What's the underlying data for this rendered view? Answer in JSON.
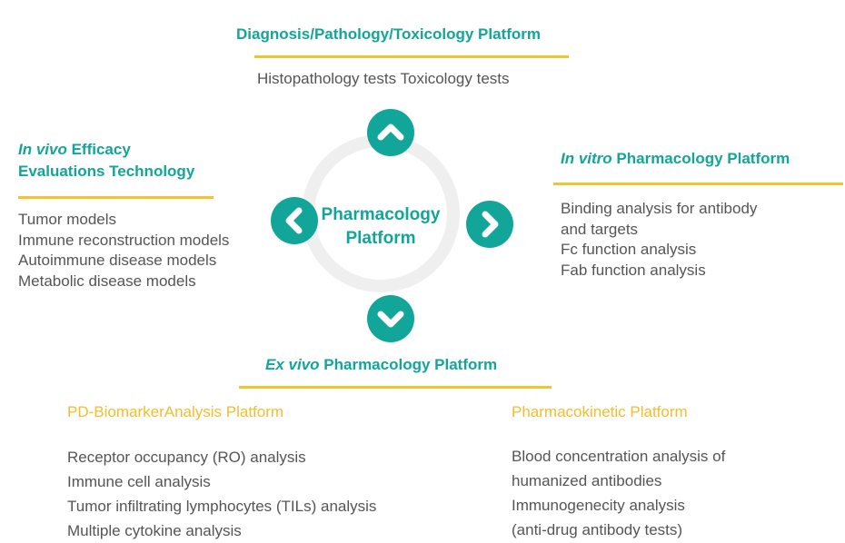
{
  "top": {
    "title": "Diagnosis/Pathology/Toxicology Platform",
    "items": [
      "Histopathology tests Toxicology tests"
    ]
  },
  "left": {
    "title_italic": "In vivo",
    "title_rest_line1": " Efficacy",
    "title_line2": "Evaluations Technology",
    "items": [
      "Tumor models",
      "Immune reconstruction models",
      "Autoimmune disease models",
      "Metabolic disease models"
    ]
  },
  "right": {
    "title_italic": "In vitro",
    "title_rest": " Pharmacology Platform",
    "items": [
      "Binding analysis for antibody",
      "and targets",
      "Fc function analysis",
      "Fab function analysis"
    ]
  },
  "center": {
    "line1": "Pharmacology",
    "line2": "Platform"
  },
  "bottom": {
    "title_italic": "Ex vivo",
    "title_rest": " Pharmacology Platform"
  },
  "pd": {
    "title": "PD-BiomarkerAnalysis Platform",
    "items": [
      "Receptor occupancy (RO) analysis",
      "Immune cell analysis",
      "Tumor infiltrating lymphocytes (TILs) analysis",
      "Multiple cytokine analysis"
    ]
  },
  "pk": {
    "title": "Pharmacokinetic Platform",
    "items": [
      "Blood concentration analysis of",
      "humanized antibodies",
      "Immunogenecity analysis",
      "(anti-drug antibody tests)"
    ]
  },
  "colors": {
    "teal": "#12a59a",
    "yellow": "#f5c330",
    "ring": "#efefef"
  }
}
